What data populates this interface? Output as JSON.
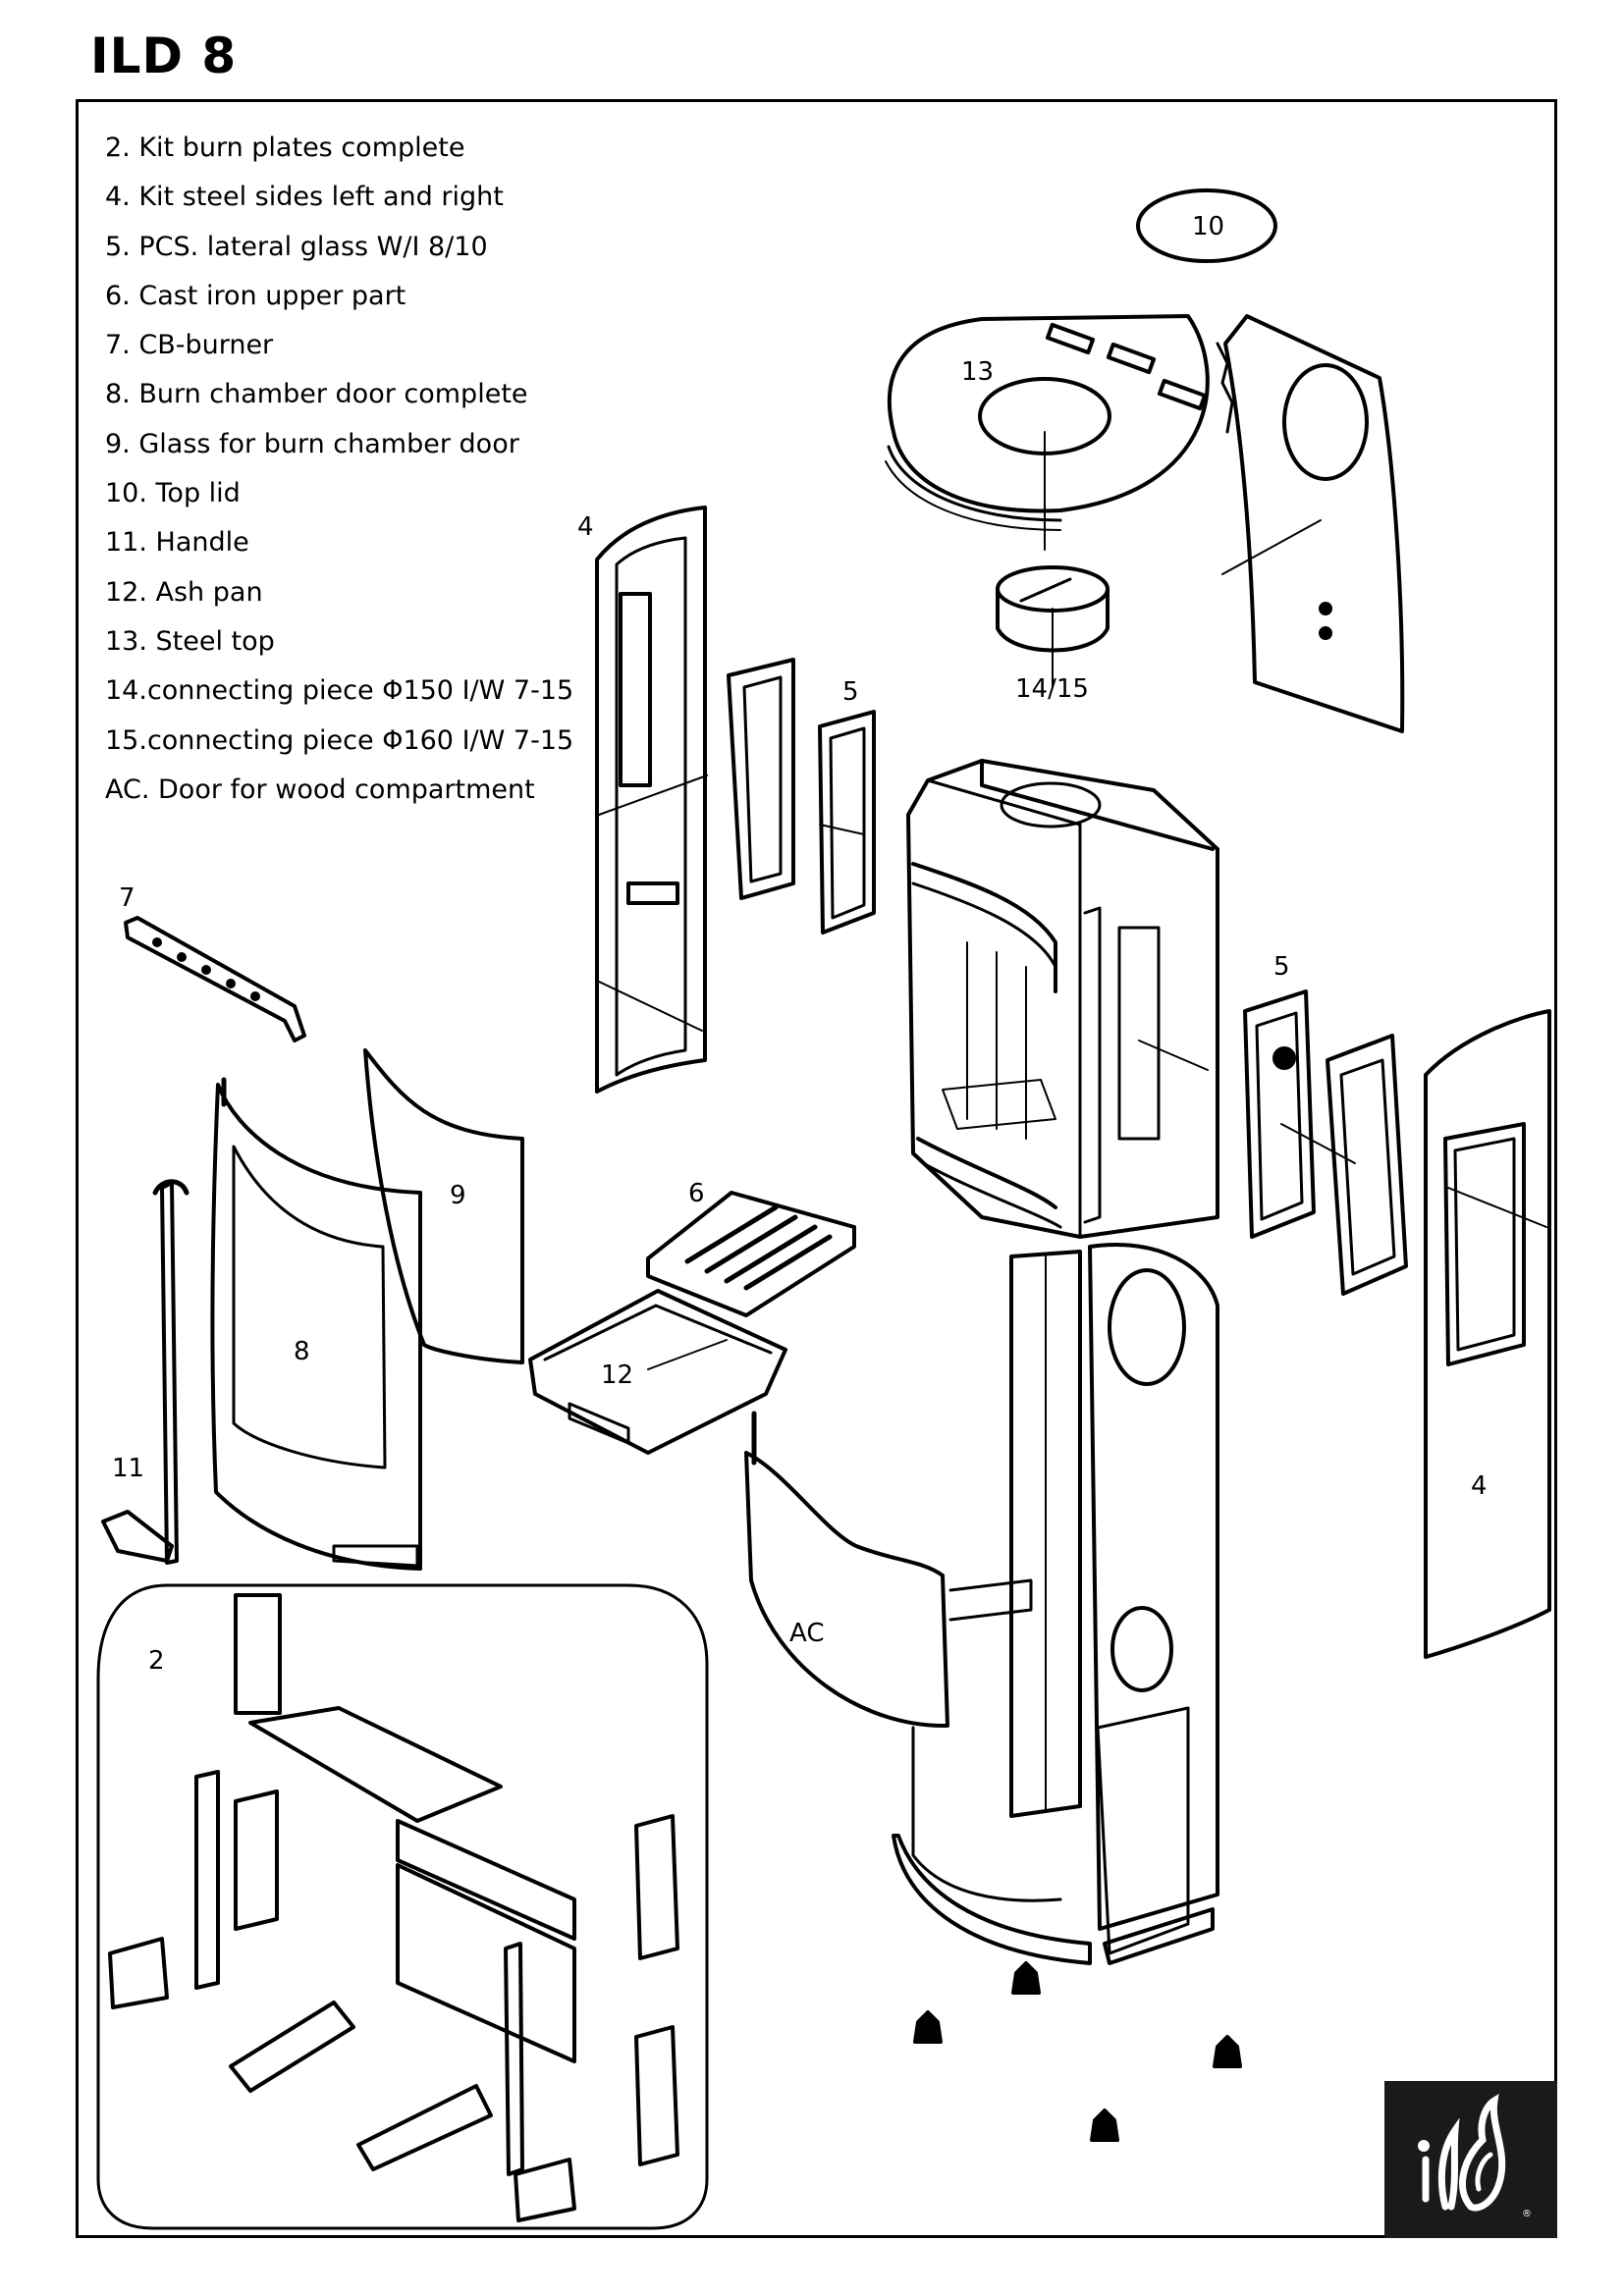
{
  "title": "ILD 8",
  "parts": [
    "2. Kit burn plates complete",
    "4. Kit steel sides left and right",
    "5. PCS. lateral glass W/I 8/10",
    "6. Cast iron upper part",
    "7. CB-burner",
    "8. Burn chamber door complete",
    "9. Glass for burn chamber door",
    "10. Top lid",
    "11. Handle",
    "12. Ash pan",
    "13. Steel top",
    "14.connecting piece Φ150 I/W 7-15",
    "15.connecting piece Φ160 I/W 7-15",
    "AC. Door for wood compartment"
  ],
  "callouts": {
    "c10": "10",
    "c13": "13",
    "c4_left": "4",
    "c5_left": "5",
    "c14_15": "14/15",
    "c7": "7",
    "c5_right": "5",
    "c9": "9",
    "c6": "6",
    "c8": "8",
    "c12": "12",
    "c11": "11",
    "c4_right": "4",
    "cAC": "AC",
    "c2": "2"
  },
  "logo": {
    "text": "ild",
    "icon": "ild-flame-logo"
  },
  "colors": {
    "line": "#000000",
    "logo_bg": "#1a1a1a",
    "logo_fg": "#ffffff"
  }
}
